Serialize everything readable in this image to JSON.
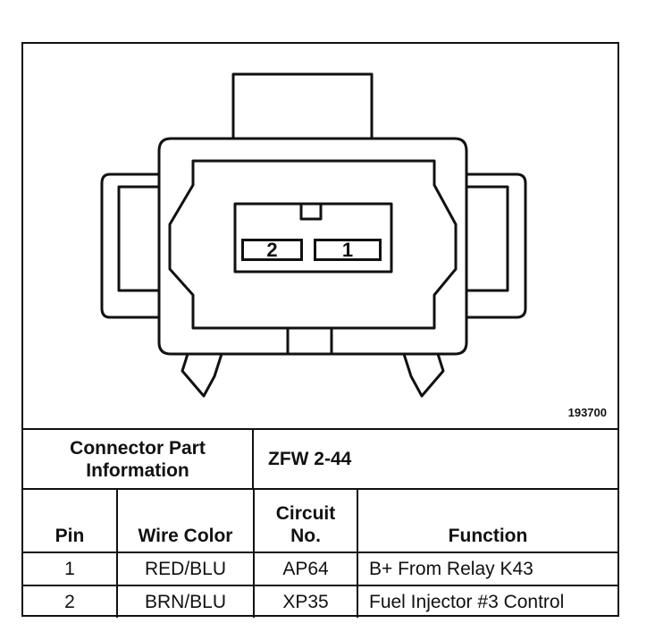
{
  "figure_number": "193700",
  "connector": {
    "pin_labels": [
      "2",
      "1"
    ]
  },
  "info": {
    "label_line1": "Connector Part",
    "label_line2": "Information",
    "value": "ZFW 2-44"
  },
  "table": {
    "headers": {
      "pin": "Pin",
      "wire_color": "Wire Color",
      "circuit_line1": "Circuit",
      "circuit_line2": "No.",
      "function": "Function"
    },
    "rows": [
      {
        "pin": "1",
        "wire_color": "RED/BLU",
        "circuit": "AP64",
        "function": "B+ From Relay K43"
      },
      {
        "pin": "2",
        "wire_color": "BRN/BLU",
        "circuit": "XP35",
        "function": "Fuel Injector #3 Control"
      }
    ]
  }
}
